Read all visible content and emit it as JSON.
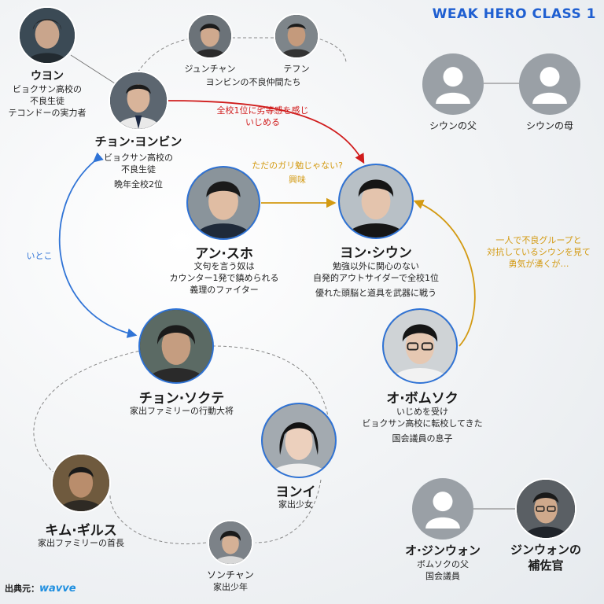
{
  "title": "WEAK HERO CLASS 1",
  "credit": {
    "label": "出典元：",
    "brand": "wavve"
  },
  "characters": {
    "uyon": {
      "name": "ウヨン",
      "desc": [
        "ビョクサン高校の",
        "不良生徒",
        "テコンドーの実力者"
      ]
    },
    "yongbin": {
      "name": "チョン·ヨンビン",
      "desc": [
        "ビョクサン高校の",
        "不良生徒",
        "晩年全校2位"
      ]
    },
    "junchan": {
      "name": "ジュンチャン"
    },
    "tefun": {
      "name": "テフン"
    },
    "gang": {
      "caption": "ヨンビンの不良仲間たち"
    },
    "father": {
      "name": "シウンの父"
    },
    "mother": {
      "name": "シウンの母"
    },
    "suho": {
      "name": "アン·スホ",
      "desc": [
        "文句を言う奴は",
        "カウンター1発で鎮められる",
        "義理のファイター"
      ]
    },
    "siun": {
      "name": "ヨン·シウン",
      "desc": [
        "勉強以外に関心のない",
        "自発的アウトサイダーで全校1位",
        "優れた頭脳と道具を武器に戦う"
      ]
    },
    "sokte": {
      "name": "チョン·ソクテ",
      "desc": [
        "家出ファミリーの行動大将"
      ]
    },
    "bomsok": {
      "name": "オ·ボムソク",
      "desc": [
        "いじめを受け",
        "ビョクサン高校に転校してきた",
        "国会議員の息子"
      ]
    },
    "yoni": {
      "name": "ヨンイ",
      "desc": [
        "家出少女"
      ]
    },
    "kimgilsu": {
      "name": "キム·ギルス",
      "desc": [
        "家出ファミリーの首長"
      ]
    },
    "sonchan": {
      "name": "ソンチャン",
      "desc": [
        "家出少年"
      ]
    },
    "jinwon": {
      "name": "オ·ジンウォン",
      "desc": [
        "ボムソクの父",
        "国会議員"
      ]
    },
    "aide": {
      "name": [
        "ジンウォンの",
        "補佐官"
      ]
    }
  },
  "relations": {
    "yongbin_siun": [
      "全校1位に劣等感を感じ",
      "いじめる"
    ],
    "suho_siun": [
      "ただのガリ勉じゃない?",
      "興味"
    ],
    "bomsok_siun": [
      "一人で不良グループと",
      "対抗しているシウンを見て",
      "勇気が湧くが…"
    ],
    "cousin": "いとこ"
  },
  "colors": {
    "red": "#d01c1c",
    "gold": "#d39a12",
    "blue": "#2f73d6",
    "title": "#1f5fd1"
  }
}
